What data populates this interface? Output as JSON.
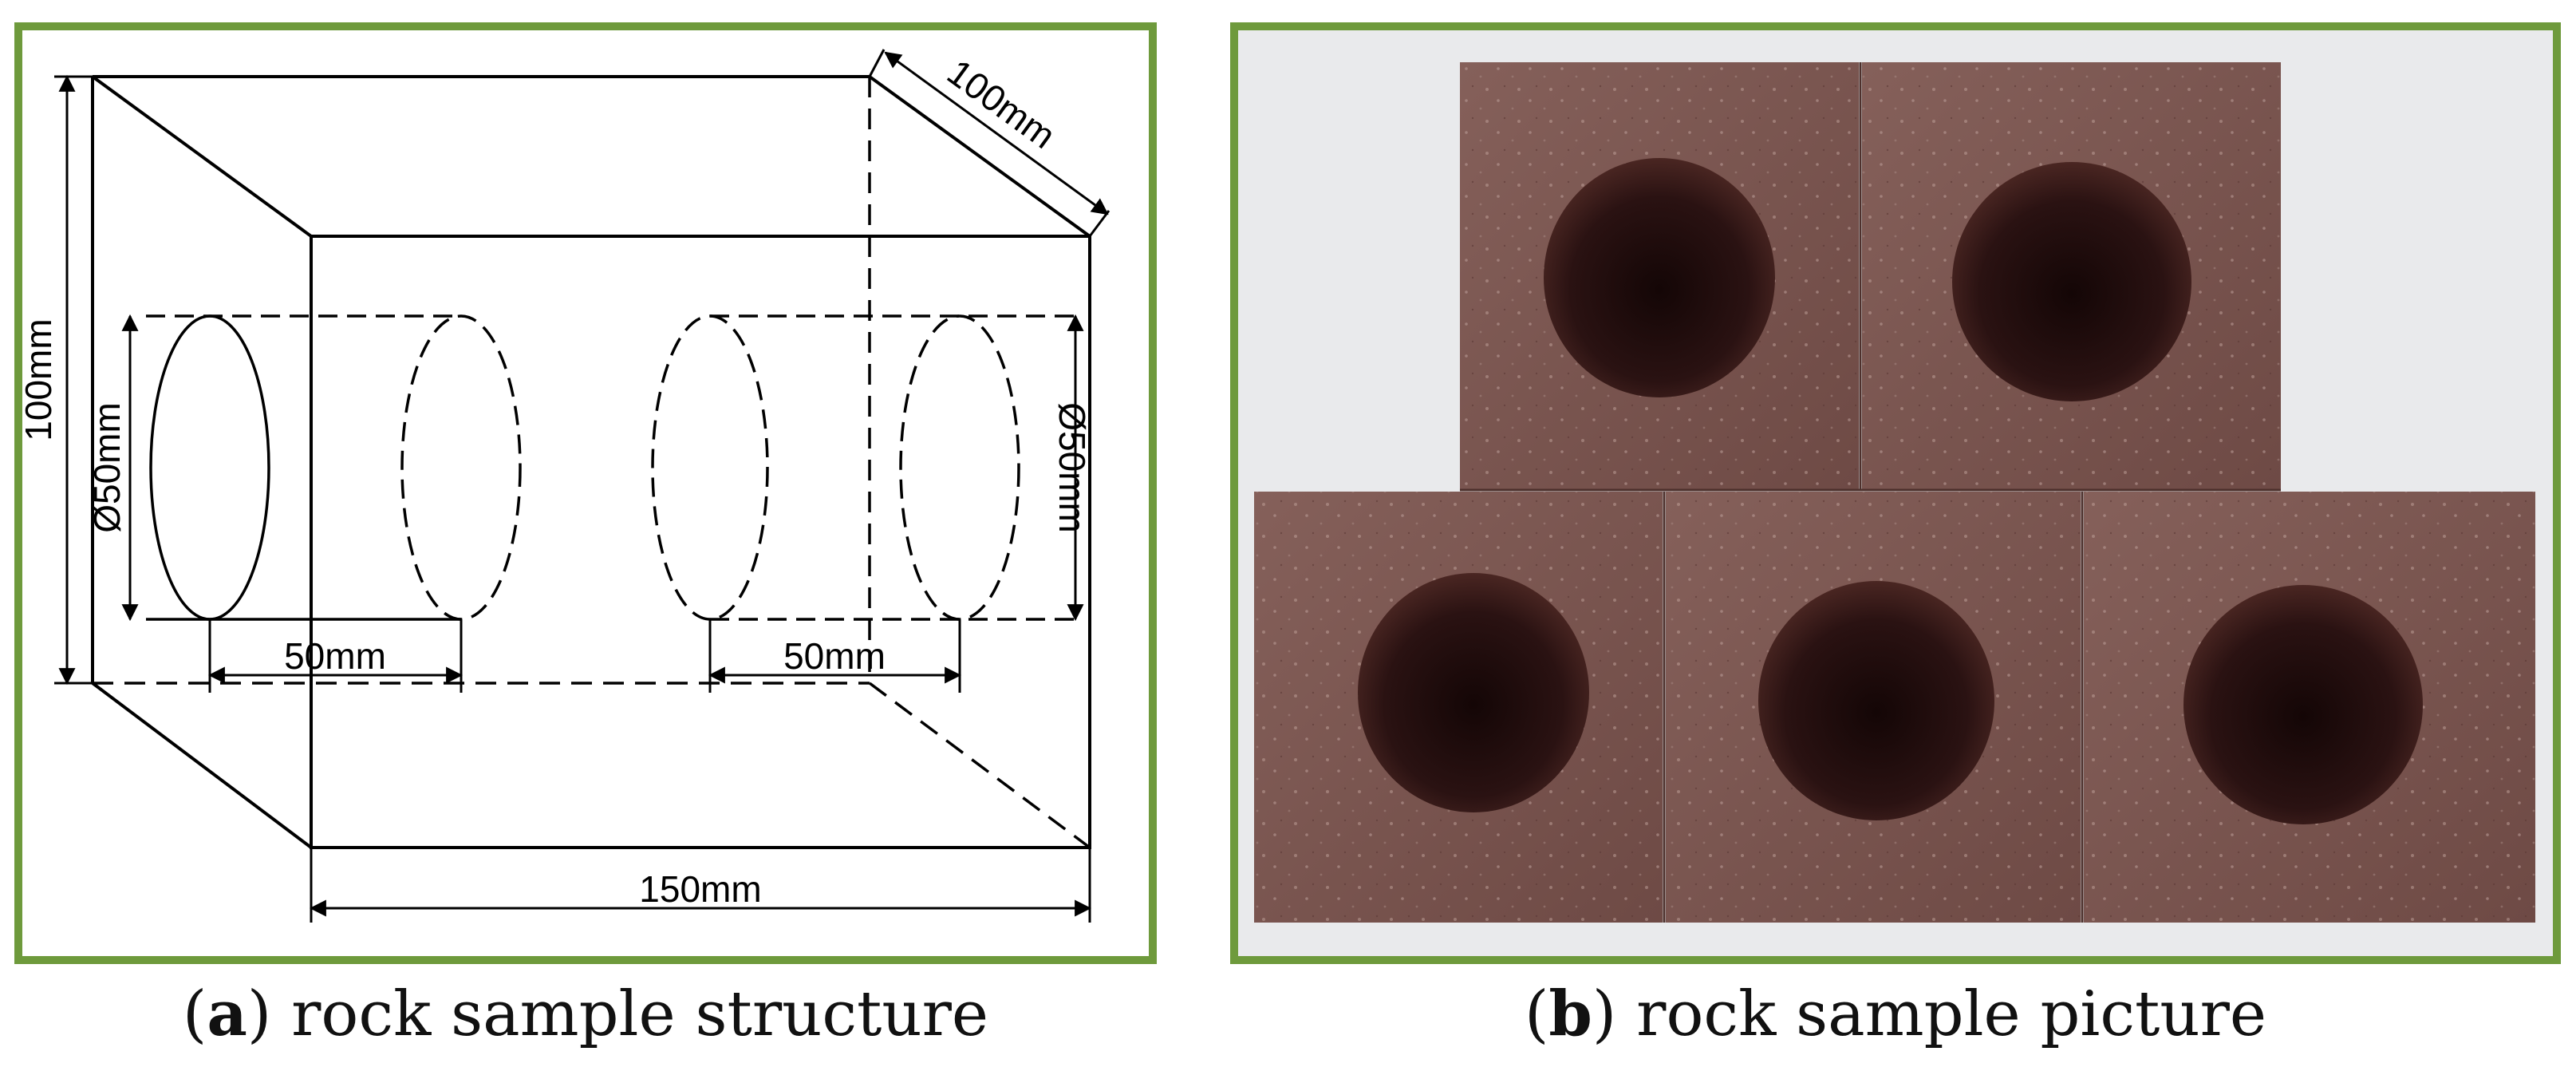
{
  "panel_a": {
    "caption_letter": "a",
    "caption_text": "rock sample structure",
    "dimensions": {
      "depth": "100mm",
      "height": "100mm",
      "width": "150mm",
      "hole_diameter_left": "Ø50mm",
      "hole_diameter_right": "Ø50mm",
      "hole_length_left": "50mm",
      "hole_length_right": "50mm"
    }
  },
  "panel_b": {
    "caption_letter": "b",
    "caption_text": "rock sample picture"
  },
  "colors": {
    "frame": "#6e9a3c",
    "line": "#000000",
    "rock": "#7a5450",
    "hole": "#2a1414"
  }
}
